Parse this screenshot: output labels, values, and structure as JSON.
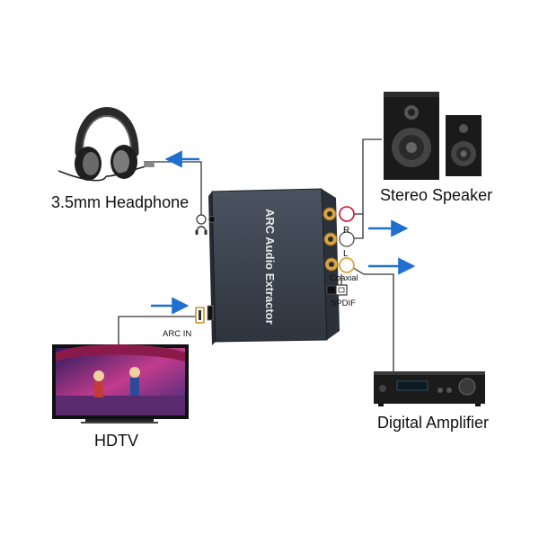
{
  "device": {
    "name": "ARC Audio Extractor",
    "port_arc_in": "ARC IN",
    "port_r": "R",
    "port_l": "L",
    "port_coaxial": "Coaxial",
    "port_spdif": "SPDIF"
  },
  "labels": {
    "headphone": "3.5mm Headphone",
    "speaker": "Stereo Speaker",
    "hdtv": "HDTV",
    "amplifier": "Digital Amplifier"
  },
  "colors": {
    "arrow": "#1f6fd0",
    "cable": "#333333",
    "rca_red": "#c8102e",
    "rca_gold": "#d9a441",
    "device_body": "#3b4450"
  }
}
